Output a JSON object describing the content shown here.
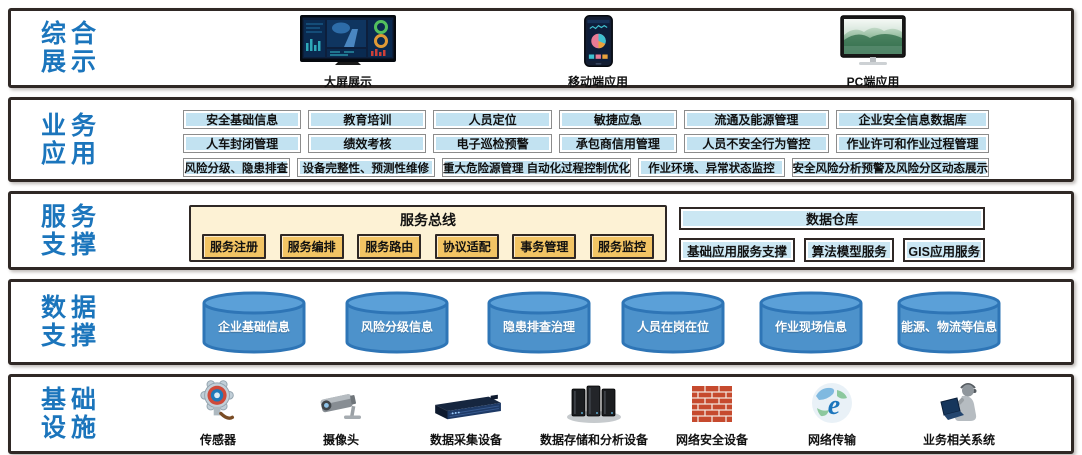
{
  "display": {
    "title": "综合展示",
    "items": [
      {
        "label": "大屏展示",
        "icon": "dashboard-screen-icon"
      },
      {
        "label": "移动端应用",
        "icon": "mobile-phone-icon"
      },
      {
        "label": "PC端应用",
        "icon": "pc-monitor-icon"
      }
    ]
  },
  "business": {
    "title": "业务应用",
    "row1": [
      "安全基础信息",
      "教育培训",
      "人员定位",
      "敏捷应急",
      "流通及能源管理",
      "企业安全信息数据库"
    ],
    "row2": [
      "人车封闭管理",
      "绩效考核",
      "电子巡检预警",
      "承包商信用管理",
      "人员不安全行为管控",
      "作业许可和作业过程管理"
    ],
    "row3": [
      "风险分级、隐患排查",
      "设备完整性、预测性维修",
      "重大危险源管理 自动化过程控制优化",
      "作业环境、异常状态监控",
      "安全风险分析预警及风险分区动态展示"
    ]
  },
  "service": {
    "title": "服务支撑",
    "bus": {
      "title": "服务总线",
      "items": [
        "服务注册",
        "服务编排",
        "服务路由",
        "协议适配",
        "事务管理",
        "服务监控"
      ]
    },
    "warehouse": {
      "title": "数据仓库",
      "items": [
        "基础应用服务支撑",
        "算法模型服务",
        "GIS应用服务"
      ]
    }
  },
  "data_support": {
    "title": "数据支撑",
    "cylinders": [
      "企业基础信息",
      "风险分级信息",
      "隐患排查治理",
      "人员在岗在位",
      "作业现场信息",
      "能源、物流等信息"
    ]
  },
  "infrastructure": {
    "title": "基础设施",
    "items": [
      {
        "label": "传感器",
        "icon": "sensor-icon"
      },
      {
        "label": "摄像头",
        "icon": "camera-icon"
      },
      {
        "label": "数据采集设备",
        "icon": "rack-server-icon"
      },
      {
        "label": "数据存储和分析设备",
        "icon": "storage-server-icon"
      },
      {
        "label": "网络安全设备",
        "icon": "firewall-icon"
      },
      {
        "label": "网络传输",
        "icon": "globe-network-icon"
      },
      {
        "label": "业务相关系统",
        "icon": "operator-laptop-icon"
      }
    ]
  },
  "colors": {
    "layer_label_blue": "#1b75bc",
    "app_box_blue": "#c2e2f1",
    "bus_panel_cream": "#fdf2d5",
    "bus_item_orange": "#f2c464",
    "warehouse_blue": "#cbe7f3",
    "cylinder_fill": "#4d92cb",
    "cylinder_stroke": "#2e75b6",
    "band_border": "#2f2825"
  }
}
